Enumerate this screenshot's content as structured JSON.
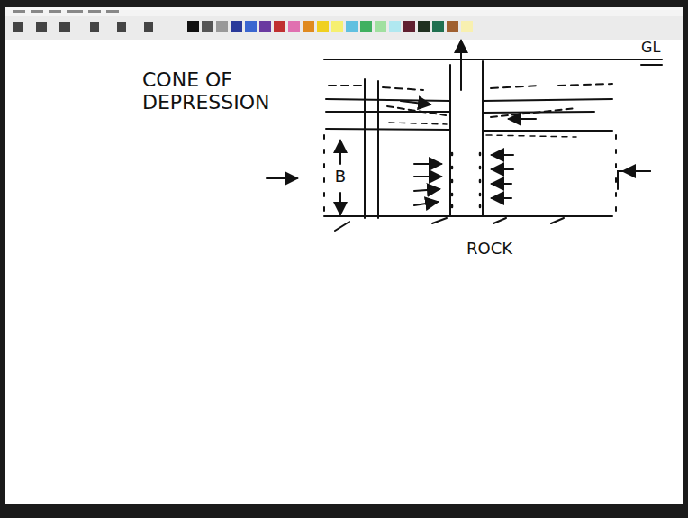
{
  "diagram": {
    "labels": [
      "CONE OF DEPRESSION",
      "B",
      "GL",
      "ROCK"
    ]
  }
}
